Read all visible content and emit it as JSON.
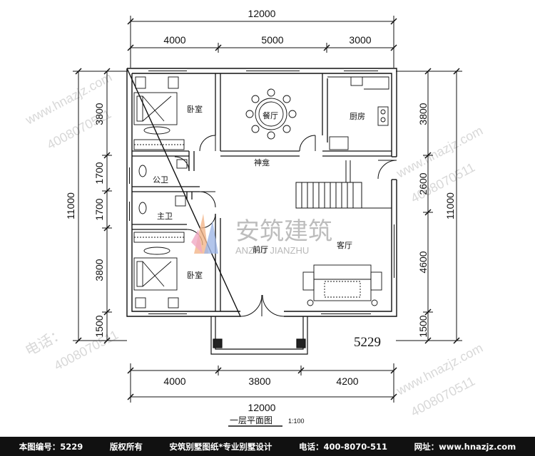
{
  "dimensions": {
    "top_total": "12000",
    "top_segments": [
      "4000",
      "5000",
      "3000"
    ],
    "bottom_segments": [
      "4000",
      "3800",
      "4200"
    ],
    "bottom_total": "12000",
    "left_total": "11000",
    "left_segments": [
      "3800",
      "1700",
      "1700",
      "3800",
      "1500"
    ],
    "right_total": "11000",
    "right_segments": [
      "3800",
      "2600",
      "4600",
      "1500"
    ]
  },
  "rooms": {
    "bedroom_top": "卧室",
    "dining": "餐厅",
    "kitchen": "厨房",
    "shrine": "神龛",
    "public_bath": "公卫",
    "master_bath": "主卫",
    "foyer": "前厅",
    "living": "客厅",
    "bedroom_bottom": "卧室"
  },
  "drawing_number": "5229",
  "plan_title": "一层平面图",
  "scale": "1:100",
  "watermark": {
    "site": "www.hnazjz.com",
    "phone_label": "电话：",
    "phone": "4008070511",
    "logo_cn": "安筑建筑",
    "logo_en": "ANZHU JIANZHU"
  },
  "footer": {
    "code": "本图编号：5229",
    "copyright": "版权所有",
    "slogan": "安筑别墅图纸*专业别墅设计",
    "phone": "电话：400-8070-511",
    "website": "网址：www.hnazjz.com"
  },
  "colors": {
    "logo_orange": "#f2b58a",
    "logo_blue": "#9fb6e6",
    "logo_pink": "#f0a9c4"
  }
}
